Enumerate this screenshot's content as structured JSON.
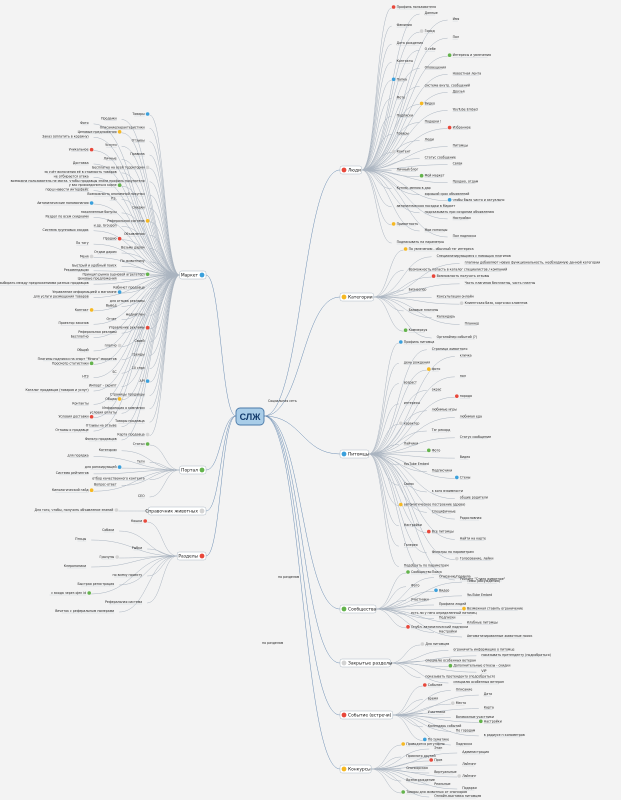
{
  "central": {
    "label": "СЛЖ"
  },
  "right": [
    {
      "label": "Люди",
      "items": [
        "Профиль пользователя",
        "Данные",
        "Имя",
        "Фамилия",
        "Город",
        "Пол",
        "Дата рождения",
        "О себе",
        "Интересы и увлечения",
        "Контакты",
        "Оповещения",
        "Новостная лента",
        "Папка",
        "система внутр. сообщений",
        "Друзья",
        "Фото",
        "Видео",
        "YouTube Embed",
        "Подписки",
        "Подарки !",
        "Избранное",
        "Товары",
        "Люди",
        "Питомцы",
        "Контент",
        "Статус сообщение",
        "Связи",
        "Личный блог",
        "Мой маркет",
        "Продаю, отдам",
        "Куплю, меняю в дар",
        "хороший срок объявлений",
        "чтобы было чисто и актуально",
        "автоматическая посадки в Маркет",
        "подсказывать при создании объявлению",
        "Настройки",
        "Приватность",
        "Мои питомцы",
        "Пол подписка",
        "Подписывать на параметры"
      ]
    },
    {
      "label": "Категории",
      "items": [
        "По увлечению - обычный тэг интереса",
        "Специализирующиеся с помощью плагинов",
        "плагины добавляют новую функциональность, необходимую данной категории",
        "Возможность попасть в каталог специалистов / компаний",
        "Возможность получать отзывы",
        "Часть плагинов бесплатны, часть платны",
        "Бизнеспор",
        "Консультации онлайн",
        "Клиентская база, карточки клиентов",
        "Базовые плагины",
        "Календарь",
        "Планнер",
        "Коммеркуя",
        "Органайзер событий (?)"
      ]
    },
    {
      "label": "Питомцы",
      "items": [
        "Профиль питомца",
        "Страница животного",
        "кличка",
        "день рождения",
        "фото",
        "пол",
        "возраст",
        "окрас",
        "порода",
        "интересы",
        "любимые игры",
        "любимая еда",
        "характер",
        "Тэг рекорд",
        "Статус сообщение",
        "Лайчики",
        "Фото",
        "Видео",
        "YouTube Embed",
        "Подписчики",
        "Стены",
        "Связи",
        "к кого взаимности",
        "общие родители",
        "автоматическое построение (древа)",
        "Специфичные",
        "Родословная",
        "Настройки",
        "Все питомцы",
        "Найти на карте",
        "Галерея",
        "Фильтры по параметрам",
        "Голосование, лайки",
        "Подобрать по параметрам",
        "Поиск",
        "Рейтинг \"Стиля животное\""
      ]
    },
    {
      "label": "Сообщества",
      "items": [
        "Сообщество",
        "Описание/правила",
        "Темы (обсуждения)",
        "Фото",
        "Видео",
        "YouTube Embed",
        "Участники",
        "Профили людей",
        "Возможная ставить ограничение",
        "есть ли у него определенный питомец",
        "Подписки",
        "Клубные питомцы",
        "Опубл. автоматический подписки",
        "Настройки",
        "Автоматизированные животные поиск"
      ]
    },
    {
      "label": "Закрытые разделы",
      "items": [
        "Для питомцев",
        "ограничить информацию о питомце",
        "показывать претенденту (подсобраться)",
        "специалю особенных ветеран",
        "Дополнительные отказы - скидки",
        "VIP",
        "показывать претенденту (подсобраться)",
        "специалю особенных ветеран"
      ]
    },
    {
      "label": "Событие (встречи)",
      "items": [
        "Событие",
        "Описание",
        "Дата",
        "время",
        "Место",
        "Карта",
        "Участники",
        "Возможные участники",
        "Настройки",
        "Календарь событий",
        "По городам",
        "в радиусе п километров",
        "По тематике",
        "Подписка"
      ]
    },
    {
      "label": "Конкурсы",
      "items": [
        "Проводятся регулярно",
        "Этап",
        "Администрация",
        "Присмотр друзей",
        "Приз",
        "Лайтинг",
        "Спонсорская",
        "Виртуальные",
        "Лайтинг",
        "Вознаграждение",
        "Реальные",
        "Подарки",
        "Товары для животных от спонсоров",
        "Онлайн-выставка питомцев"
      ]
    }
  ],
  "left": [
    {
      "label": "Маркет",
      "items": [
        "Товары",
        "Продажи",
        "Фото",
        "Описание/характеристики",
        "Ценовые предложения",
        "Заказ (оплатить в корзину)",
        "Отзывы",
        "Услуги",
        "Уникальное",
        "Правила",
        "Личные",
        "Доставка",
        "Бесплатно на всей территории",
        "за счёт включения её в стоимость товаров",
        "не отбирается отвка",
        "возможна пользователь не магаз. чтобы продавцы знали профиль покупателя",
        "у вас присоединиться корзе",
        "порш навести интерфейс",
        "Возможность анонимной покупки",
        "P.S.",
        "Автоматические напоминания",
        "Скидки",
        "накопленные бонусы",
        "Раздел по всем скидками",
        "Реферальная система",
        "и др. Groupon",
        "Система групповых скидок",
        "Объявления",
        "Продаю",
        "По тагу",
        "Возьму даром",
        "Отдам даром",
        "Меня",
        "По животному",
        "Быстрый и удобный поиск",
        "Рекомендации",
        "Принцип рынка (ценовой агрегатор)",
        "Ценовые предложения",
        "автоматически выбирать между предложениями разных продавцов",
        "Кабинет продавца",
        "Управление информацией о магазине",
        "для услуги размещения товаров",
        "для отзыва рекламы",
        "Вывод",
        "Контакт",
        "медиаплан",
        "Отчет",
        "Проектор заказов",
        "Управление рекламы",
        "Реферальная рекламы",
        "Бесплатно",
        "Своей",
        "платно",
        "Общий",
        "тренды",
        "Плагины подписки на спорт \"Много\" маркетов",
        "Просмотр статистики",
        "10 спрэ",
        "SC",
        "НТЗ",
        "API",
        "Импорт - скрипт",
        "Каталог продавцов (товаров и услуг)",
        "Страницы продавцы",
        "Общая",
        "Контакты",
        "Информация о компании",
        "условия оплаты",
        "Условия доставки",
        "Товары продавца",
        "Отзывы на отзыве",
        "Отзывы о продавце",
        "Карта продавца",
        "Фильтр продавцов"
      ]
    },
    {
      "label": "Портал",
      "items": [
        "Статьи",
        "Категории",
        "для порядка",
        "Теги",
        "для ранжирующей",
        "Система рейтингов",
        "отбор качественного контента",
        "Вопрос-ответ",
        "Кинологический гайд",
        "CEO"
      ]
    },
    {
      "label": "Справочник животных",
      "items": [
        "Для того, чтобы, получить объявление знаний"
      ]
    },
    {
      "label": "Разделы",
      "items": [
        "Кошки",
        "Собаки",
        "Птицы",
        "Рыбки",
        "Грызуны",
        "Клеропоники",
        "по всему проекту",
        "Быстрая регистрация",
        "с входа через ojen id",
        "Реферальная система",
        "Вечеток с реферальным номерами"
      ]
    }
  ],
  "mid_notes": [
    "Социальная сеть",
    "по разделам",
    "по разделам"
  ]
}
